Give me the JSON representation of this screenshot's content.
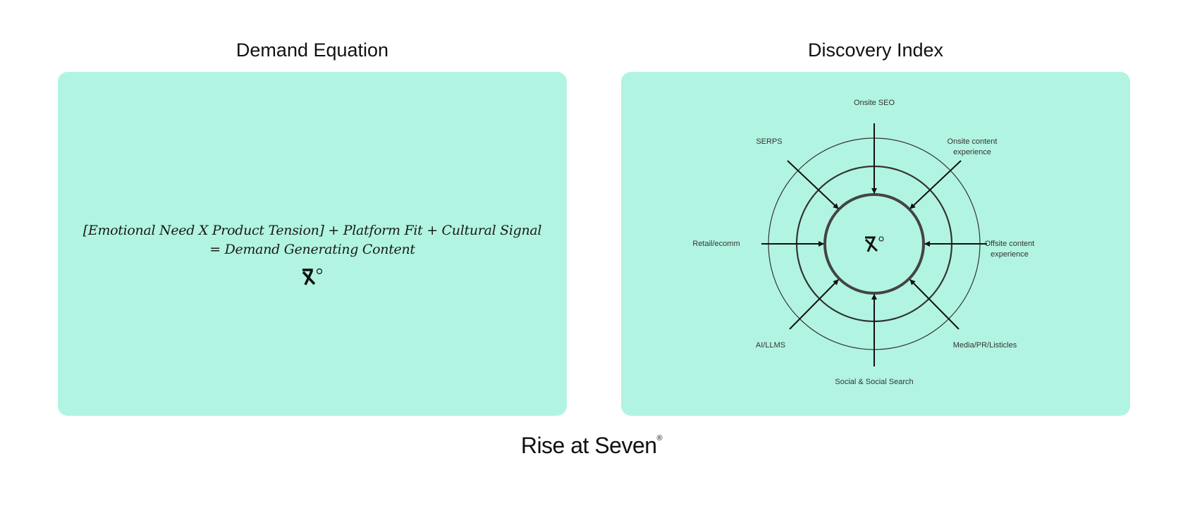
{
  "left_panel": {
    "title": "Demand Equation",
    "formula_line1": "[Emotional Need X Product Tension] + Platform Fit + Cultural Signal",
    "formula_line2": "= Demand Generating Content"
  },
  "right_panel": {
    "title": "Discovery  Index",
    "labels": {
      "top": "Onsite SEO",
      "top_left": "SERPS",
      "top_right_1": "Onsite content",
      "top_right_2": "experience",
      "left": "Retail/ecomm",
      "right_1": "Offsite content",
      "right_2": "experience",
      "bottom_left": "AI/LLMS",
      "bottom_right": "Media/PR/Listicles",
      "bottom": "Social & Social Search"
    }
  },
  "footer": {
    "brand": "Rise at Seven"
  },
  "colors": {
    "card": "#b2f4e2",
    "ink": "#111111"
  }
}
